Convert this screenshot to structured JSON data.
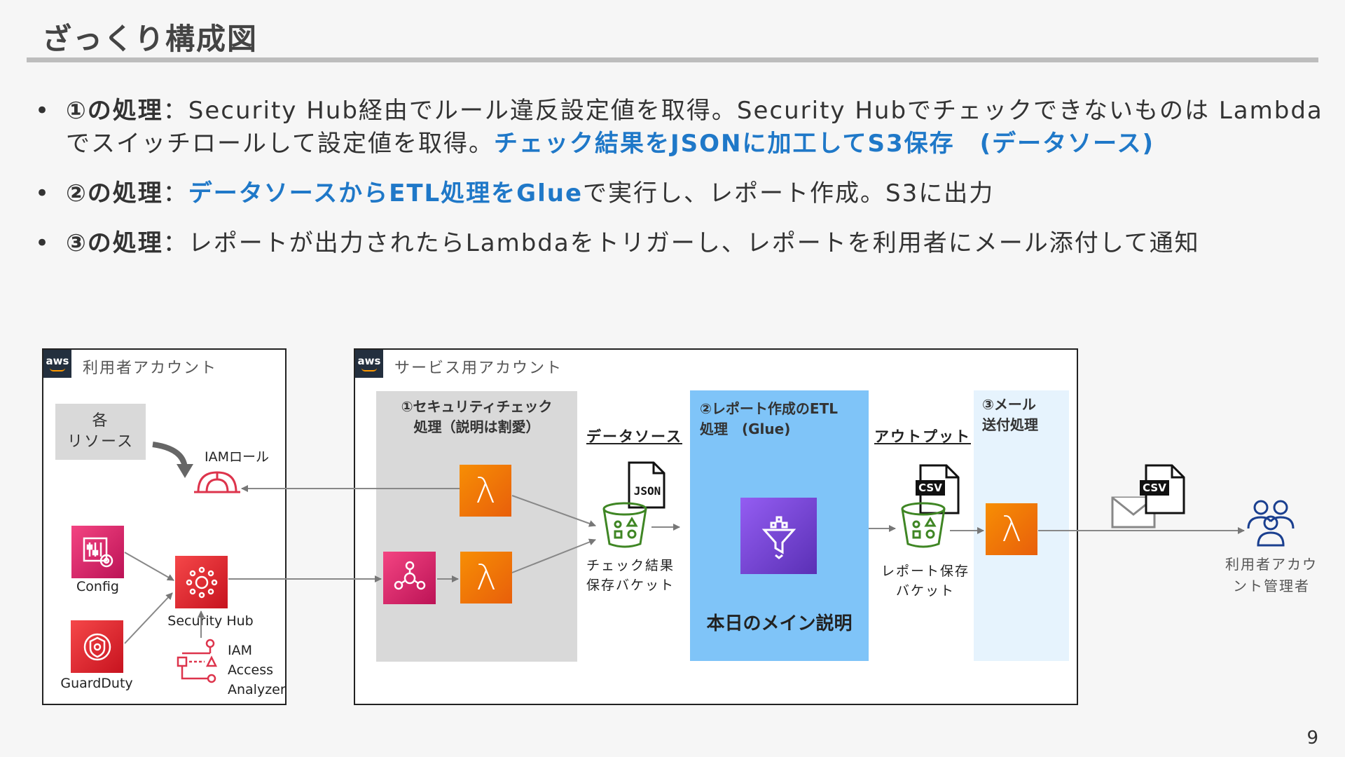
{
  "slide": {
    "title": "ざっくり構成図",
    "page_number": "9"
  },
  "bullets": [
    {
      "label": "①の処理",
      "sep": "：",
      "text1": "Security Hub経由でルール違反設定値を取得。Security Hubでチェックできないものは Lambdaでスイッチロールして設定値を取得。",
      "highlight1": "チェック結果をJSONに加工してS3保存　(データソース)",
      "highlight2": "",
      "text2": ""
    },
    {
      "label": "②の処理",
      "sep": "：",
      "text1": "",
      "highlight1": "データソースからETL処理をGlue",
      "highlight2": "",
      "text2": "で実行し、レポート作成。S3に出力"
    },
    {
      "label": "③の処理",
      "sep": "：",
      "text1": "レポートが出力されたらLambdaをトリガーし、レポートを利用者にメール添付して通知",
      "highlight1": "",
      "highlight2": "",
      "text2": ""
    }
  ],
  "diagram": {
    "user_account": {
      "badge": "aws",
      "label": "利用者アカウント",
      "resources_label": "各\nリソース",
      "iam_role_label": "IAMロール",
      "config_label": "Config",
      "guardduty_label": "GuardDuty",
      "security_hub_label": "Security Hub",
      "access_analyzer_label": "IAM\nAccess\nAnalyzer"
    },
    "service_account": {
      "badge": "aws",
      "label": "サービス用アカウント",
      "panel1_label": "①セキュリティチェック\n処理（説明は割愛）",
      "datasource_label": "データソース",
      "json_label": "JSON",
      "bucket1_label": "チェック結果\n保存バケット",
      "panel2_label": "②レポート作成のETL\n処理　(Glue)",
      "panel2_main": "本日のメイン説明",
      "output_label": "アウトプット",
      "csv_label": "CSV",
      "bucket2_label": "レポート保存\nバケット",
      "panel3_label": "③メール\n送付処理"
    },
    "external": {
      "csv_label": "CSV",
      "admin_label": "利用者アカウ\nント管理者"
    },
    "colors": {
      "accent_blue": "#1f78c8",
      "glue_panel": "#7fc4f8",
      "mail_panel": "#e6f3fd",
      "gray_panel": "#d9d9d9",
      "lambda_orange": "#f08a09",
      "security_red": "#dd344c",
      "glue_purple": "#7b3fe4",
      "s3_green": "#3f8624"
    }
  }
}
